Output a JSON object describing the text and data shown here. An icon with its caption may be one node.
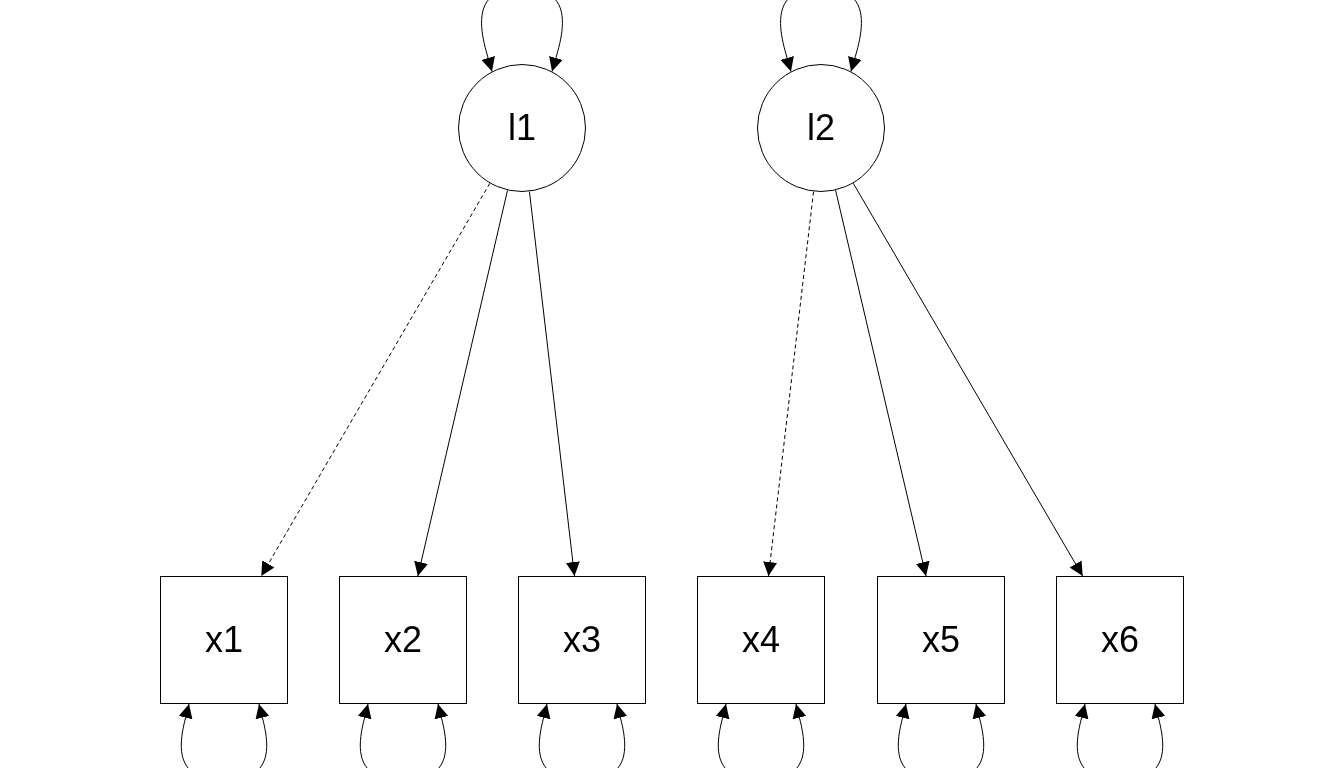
{
  "diagram": {
    "nodes": [
      {
        "text": [
          "l1"
        ]
      },
      {
        "text": [
          "l2"
        ]
      },
      {
        "text": [
          "x1"
        ]
      },
      {
        "text": [
          "x2"
        ]
      },
      {
        "text": [
          "x3"
        ]
      },
      {
        "text": [
          "x4"
        ]
      },
      {
        "text": [
          "x5"
        ]
      },
      {
        "text": [
          "x6"
        ]
      }
    ],
    "edges": [
      {
        "from": 0,
        "to": 2,
        "arrow": "to",
        "style": "dashed"
      },
      {
        "from": 0,
        "to": 3,
        "arrow": "to"
      },
      {
        "from": 0,
        "to": 4,
        "arrow": "to"
      },
      {
        "from": 1,
        "to": 5,
        "arrow": "to",
        "style": "dashed"
      },
      {
        "from": 1,
        "to": 6,
        "arrow": "to"
      },
      {
        "from": 1,
        "to": 7,
        "arrow": "to"
      },
      {
        "from": 0,
        "to": 0,
        "arrow": "both"
      },
      {
        "from": 1,
        "to": 1,
        "arrow": "both"
      },
      {
        "from": 2,
        "to": 2,
        "arrow": "both"
      },
      {
        "from": 3,
        "to": 3,
        "arrow": "both"
      },
      {
        "from": 4,
        "to": 4,
        "arrow": "both"
      },
      {
        "from": 5,
        "to": 5,
        "arrow": "both"
      },
      {
        "from": 6,
        "to": 6,
        "arrow": "both"
      },
      {
        "from": 7,
        "to": 7,
        "arrow": "both"
      }
    ]
  }
}
